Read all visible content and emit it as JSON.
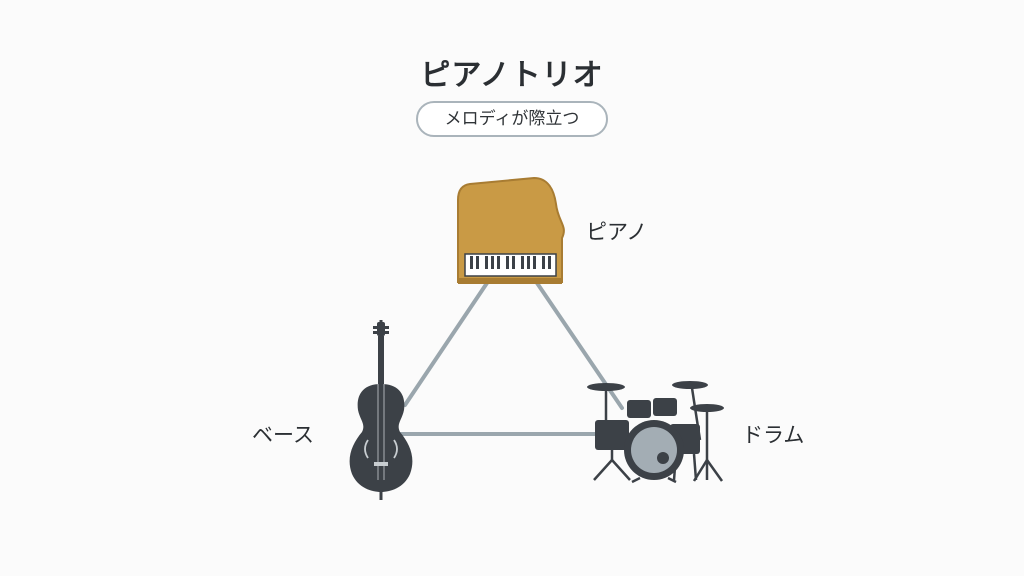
{
  "title": "ピアノトリオ",
  "subtitle": "メロディが際立つ",
  "nodes": {
    "piano": {
      "label": "ピアノ",
      "icon": "grand-piano-icon"
    },
    "bass": {
      "label": "ベース",
      "icon": "double-bass-icon"
    },
    "drums": {
      "label": "ドラム",
      "icon": "drum-kit-icon"
    }
  },
  "colors": {
    "background": "#fbfbfb",
    "connector": "#9aa6ad",
    "piano_body": "#c99a45",
    "instrument_dark": "#3c4147",
    "text": "#2b2f33"
  }
}
